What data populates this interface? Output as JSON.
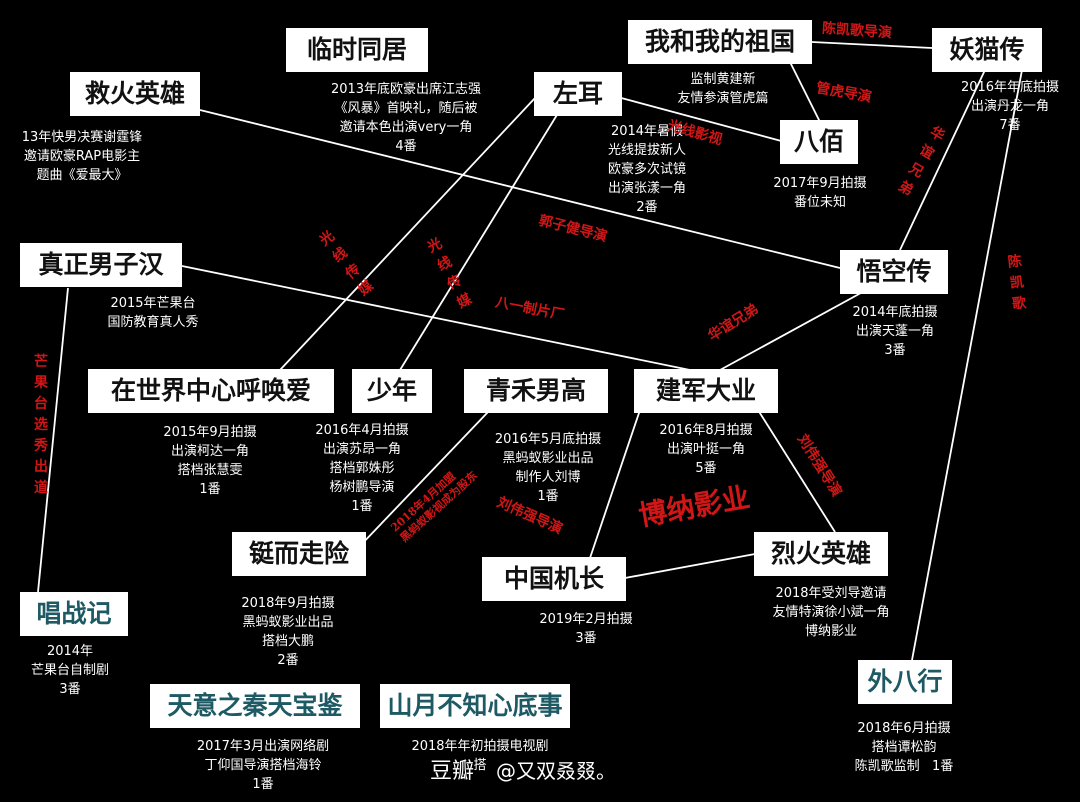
{
  "nodes": [
    {
      "id": "linshi",
      "label": "临时同居"
    },
    {
      "id": "zuoer",
      "label": "左耳"
    },
    {
      "id": "woheguo",
      "label": "我和我的祖国"
    },
    {
      "id": "yaomao",
      "label": "妖猫传"
    },
    {
      "id": "jiuhuo",
      "label": "救火英雄"
    },
    {
      "id": "babai",
      "label": "八佰"
    },
    {
      "id": "zhenzheng",
      "label": "真正男子汉"
    },
    {
      "id": "wukong",
      "label": "悟空传"
    },
    {
      "id": "zaishijie",
      "label": "在世界中心呼唤爱"
    },
    {
      "id": "shaonian",
      "label": "少年"
    },
    {
      "id": "qinghe",
      "label": "青禾男高"
    },
    {
      "id": "jianjun",
      "label": "建军大业"
    },
    {
      "id": "tingerzou",
      "label": "铤而走险"
    },
    {
      "id": "zhongguo",
      "label": "中国机长"
    },
    {
      "id": "liehuo",
      "label": "烈火英雄"
    },
    {
      "id": "changzhan",
      "label": "唱战记"
    },
    {
      "id": "waibahang",
      "label": "外八行"
    },
    {
      "id": "tianyi",
      "label": "天意之秦天宝鉴"
    },
    {
      "id": "shanyue",
      "label": "山月不知心底事"
    }
  ],
  "descriptions": {
    "linshi": "2013年底欧豪出席江志强\n《风暴》首映礼，随后被\n邀请本色出演very一角\n4番",
    "jiuhuo": "13年快男决赛谢霆锋\n邀请欧豪RAP电影主\n题曲《爱最大》",
    "zuoer": "2014年暑假\n光线提拔新人\n欧豪多次试镜\n出演张漾一角\n2番",
    "woheguo": "监制黄建新\n友情参演管虎篇",
    "yaomao": "2016年年底拍摄\n出演丹龙一角\n7番",
    "babai": "2017年9月拍摄\n番位未知",
    "zhenzheng": "2015年芒果台\n国防教育真人秀",
    "wukong": "2014年底拍摄\n出演天蓬一角\n3番",
    "zaishijie": "2015年9月拍摄\n出演柯达一角\n搭档张慧雯\n1番",
    "shaonian": "2016年4月拍摄\n出演苏昂一角\n搭档郭姝彤\n杨树鹏导演\n1番",
    "qinghe": "2016年5月底拍摄\n黑蚂蚁影业出品\n制作人刘博\n1番",
    "jianjun": "2016年8月拍摄\n出演叶挺一角\n5番",
    "tingerzou": "2018年9月拍摄\n黑蚂蚁影业出品\n搭档大鹏\n2番",
    "zhongguo": "2019年2月拍摄\n3番",
    "liehuo": "2018年受刘导邀请\n友情特演徐小斌一角\n博纳影业",
    "changzhan": "2014年\n芒果台自制剧\n3番",
    "waibahang": "2018年6月拍摄\n搭档谭松韵\n陈凯歌监制   1番",
    "tianyi": "2017年3月出演网络剧\n丁仰国导演搭档海铃\n1番",
    "shanyue": "2018年年初拍摄电视剧\n搭"
  },
  "edge_labels": {
    "chenkaige_top": "陈凯歌导演",
    "guanhu": "管虎导演",
    "guangxian_babai": "光线影视",
    "huaxia": "华谊兄弟",
    "guozijian": "郭子健导演",
    "chenkaige_side": "陈凯歌",
    "bayi": "八一制片厂",
    "guangxian_a": "光线传媒",
    "guangxian_b": "光线传媒",
    "mangguo": "芒果台选秀出道",
    "huaxia_jianjun": "华谊兄弟",
    "liuweiqiang_a": "刘伟强导演",
    "liuweiqiang_b": "刘伟强导演",
    "heimayi": "2018年4月加盟\n黑蚂蚁影视成为股东",
    "bona": "博纳影业"
  },
  "watermark": {
    "mark": "豆瓣",
    "text": "@又双叒叕。"
  }
}
